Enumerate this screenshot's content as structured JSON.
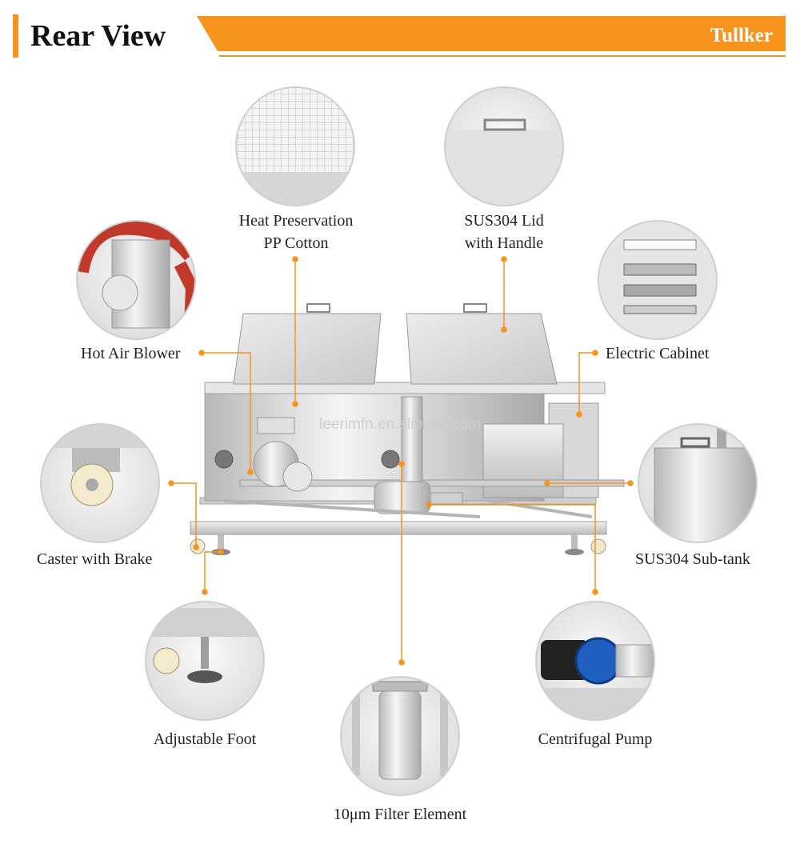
{
  "header": {
    "title": "Rear View",
    "brand": "Tullker",
    "accent_color": "#f7941d"
  },
  "labels": {
    "heat_preservation": [
      "Heat Preservation",
      "PP Cotton"
    ],
    "lid": [
      "SUS304 Lid",
      "with Handle"
    ],
    "hot_air_blower": "Hot Air Blower",
    "electric_cabinet": "Electric Cabinet",
    "caster": "Caster with Brake",
    "sub_tank": "SUS304 Sub-tank",
    "adjustable_foot": "Adjustable Foot",
    "centrifugal_pump": "Centrifugal Pump",
    "filter_element": "10μm Filter Element"
  },
  "watermark": "leerimfn.en.alibaba.com",
  "icons": {
    "heat_preservation": "insulation-grid-photo",
    "lid": "lid-with-handle-photo",
    "hot_air_blower": "blower-with-red-hose-photo",
    "electric_cabinet": "electric-cabinet-photo",
    "caster": "caster-wheel-photo",
    "sub_tank": "sub-tank-photo",
    "adjustable_foot": "adjustable-foot-photo",
    "centrifugal_pump": "blue-pump-photo",
    "filter_element": "filter-housing-photo",
    "machine": "ultrasonic-cleaner-rear-photo"
  }
}
